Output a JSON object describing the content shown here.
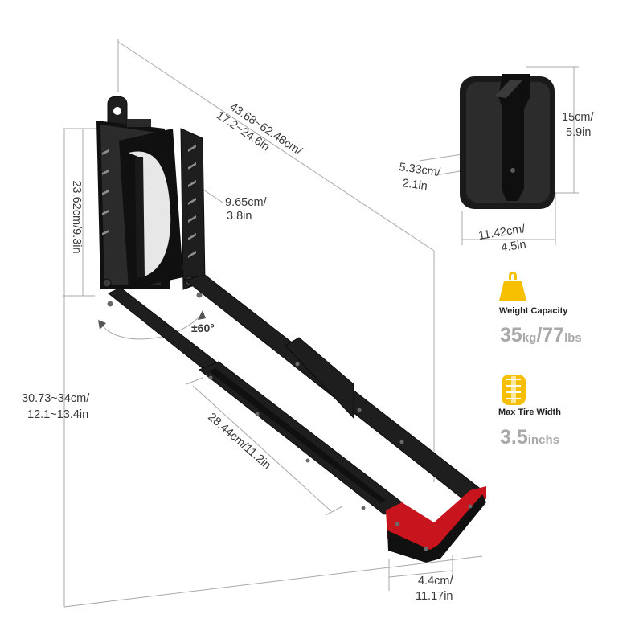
{
  "dimensions": {
    "arm_length_line1": "43.68~62.48cm/",
    "arm_length_line2": "17.2~24.6in",
    "plate_height_line1": "23.62cm/9.3in",
    "plate_width_line1": "9.65cm/",
    "plate_width_line2": "3.8in",
    "rotation": "±60°",
    "total_height_line1": "30.73~34cm/",
    "total_height_line2": "12.1~13.4in",
    "extension_line1": "28.44cm/11.2in",
    "hook_width_line1": "4.4cm/",
    "hook_width_line2": "11.17in",
    "pad_height_line1": "15cm/",
    "pad_height_line2": "5.9in",
    "pad_depth_line1": "5.33cm/",
    "pad_depth_line2": "2.1in",
    "pad_width_line1": "11.42cm/",
    "pad_width_line2": "4.5in"
  },
  "specs": {
    "weight": {
      "label": "Weight Capacity",
      "kg_value": "35",
      "kg_unit": "kg",
      "separator": "/",
      "lbs_value": "77",
      "lbs_unit": "lbs",
      "icon": "weight-icon"
    },
    "tire": {
      "label": "Max Tire Width",
      "value": "3.5",
      "unit": "inchs",
      "icon": "tire-icon"
    }
  },
  "colors": {
    "accent_yellow": "#f6c000",
    "hook_red": "#c8141c",
    "metal": "#1e1e1e",
    "dimension_line": "#a8a8a8",
    "spec_value_gray": "#a9a9a9"
  }
}
